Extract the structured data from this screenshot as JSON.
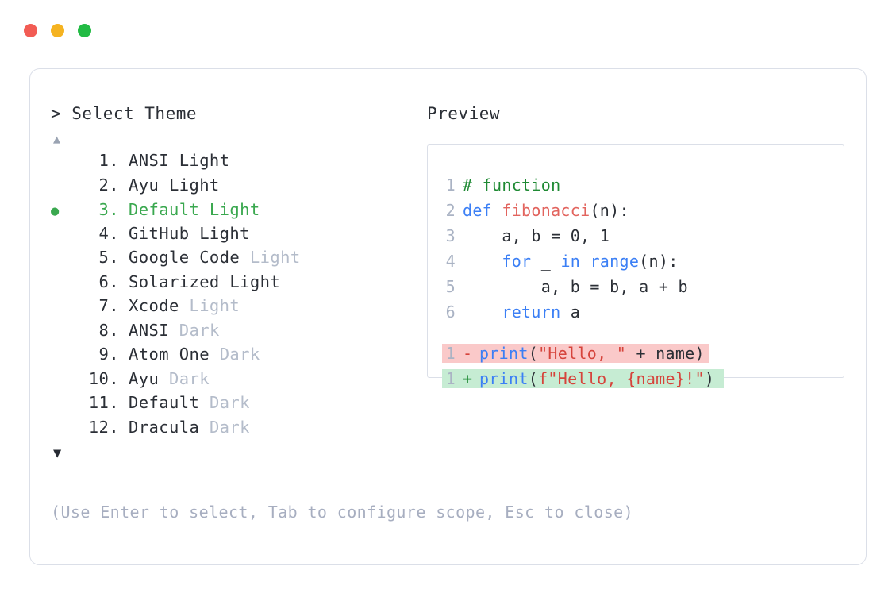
{
  "window": {
    "traffic_lights": [
      {
        "name": "close-dot",
        "color": "#f25c54"
      },
      {
        "name": "minimize-dot",
        "color": "#f5b321"
      },
      {
        "name": "maximize-dot",
        "color": "#22bb44"
      }
    ]
  },
  "selector": {
    "prompt": "> Select Theme",
    "scroll_up": "▲",
    "scroll_down": "▼",
    "items": [
      {
        "num": "1.",
        "name": "ANSI Light",
        "suffix": "",
        "selected": false
      },
      {
        "num": "2.",
        "name": "Ayu Light",
        "suffix": "",
        "selected": false
      },
      {
        "num": "3.",
        "name": "Default Light",
        "suffix": "",
        "selected": true
      },
      {
        "num": "4.",
        "name": "GitHub Light",
        "suffix": "",
        "selected": false
      },
      {
        "num": "5.",
        "name": "Google Code ",
        "suffix": "Light",
        "selected": false
      },
      {
        "num": "6.",
        "name": "Solarized Light",
        "suffix": "",
        "selected": false
      },
      {
        "num": "7.",
        "name": "Xcode ",
        "suffix": "Light",
        "selected": false
      },
      {
        "num": "8.",
        "name": "ANSI ",
        "suffix": "Dark",
        "selected": false
      },
      {
        "num": "9.",
        "name": "Atom One ",
        "suffix": "Dark",
        "selected": false
      },
      {
        "num": "10.",
        "name": "Ayu ",
        "suffix": "Dark",
        "selected": false
      },
      {
        "num": "11.",
        "name": "Default ",
        "suffix": "Dark",
        "selected": false
      },
      {
        "num": "12.",
        "name": "Dracula ",
        "suffix": "Dark",
        "selected": false
      }
    ],
    "selected_marker": "●",
    "hint": "(Use Enter to select, Tab to configure scope, Esc to close)"
  },
  "preview": {
    "title": "Preview",
    "code_lines": [
      {
        "ln": "1",
        "tokens": [
          {
            "t": "# function",
            "c": "tok-comment"
          }
        ]
      },
      {
        "ln": "2",
        "tokens": [
          {
            "t": "def ",
            "c": "tok-kw"
          },
          {
            "t": "fibonacci",
            "c": "tok-fn"
          },
          {
            "t": "(n):",
            "c": "tok-plain"
          }
        ]
      },
      {
        "ln": "3",
        "tokens": [
          {
            "t": "    a, b = 0, 1",
            "c": "tok-plain"
          }
        ]
      },
      {
        "ln": "4",
        "tokens": [
          {
            "t": "    ",
            "c": "tok-plain"
          },
          {
            "t": "for",
            "c": "tok-kw"
          },
          {
            "t": " _ ",
            "c": "tok-plain"
          },
          {
            "t": "in range",
            "c": "tok-kw"
          },
          {
            "t": "(n):",
            "c": "tok-plain"
          }
        ]
      },
      {
        "ln": "5",
        "tokens": [
          {
            "t": "        a, b = b, a + b",
            "c": "tok-plain"
          }
        ]
      },
      {
        "ln": "6",
        "tokens": [
          {
            "t": "    ",
            "c": "tok-plain"
          },
          {
            "t": "return",
            "c": "tok-kw"
          },
          {
            "t": " a",
            "c": "tok-plain"
          }
        ]
      }
    ],
    "diff_lines": [
      {
        "ln": "1",
        "sign": "-",
        "kind": "removed",
        "tokens": [
          {
            "t": "print",
            "c": "tok-kw"
          },
          {
            "t": "(",
            "c": "tok-plain"
          },
          {
            "t": "\"Hello, \"",
            "c": "tok-str"
          },
          {
            "t": " + name)",
            "c": "tok-plain"
          }
        ]
      },
      {
        "ln": "1",
        "sign": "+",
        "kind": "added",
        "tokens": [
          {
            "t": "print",
            "c": "tok-kw"
          },
          {
            "t": "(",
            "c": "tok-plain"
          },
          {
            "t": "f\"Hello, {name}!\"",
            "c": "tok-str"
          },
          {
            "t": ")",
            "c": "tok-plain"
          }
        ]
      }
    ]
  },
  "colors": {
    "accent_green": "#3aa84f",
    "border": "#dbdfe8",
    "text": "#2b2f36",
    "muted": "#b4bcca",
    "hint": "#a7aec0",
    "diff_removed_bg": "#fac9c9",
    "diff_added_bg": "#c6ecd3"
  }
}
